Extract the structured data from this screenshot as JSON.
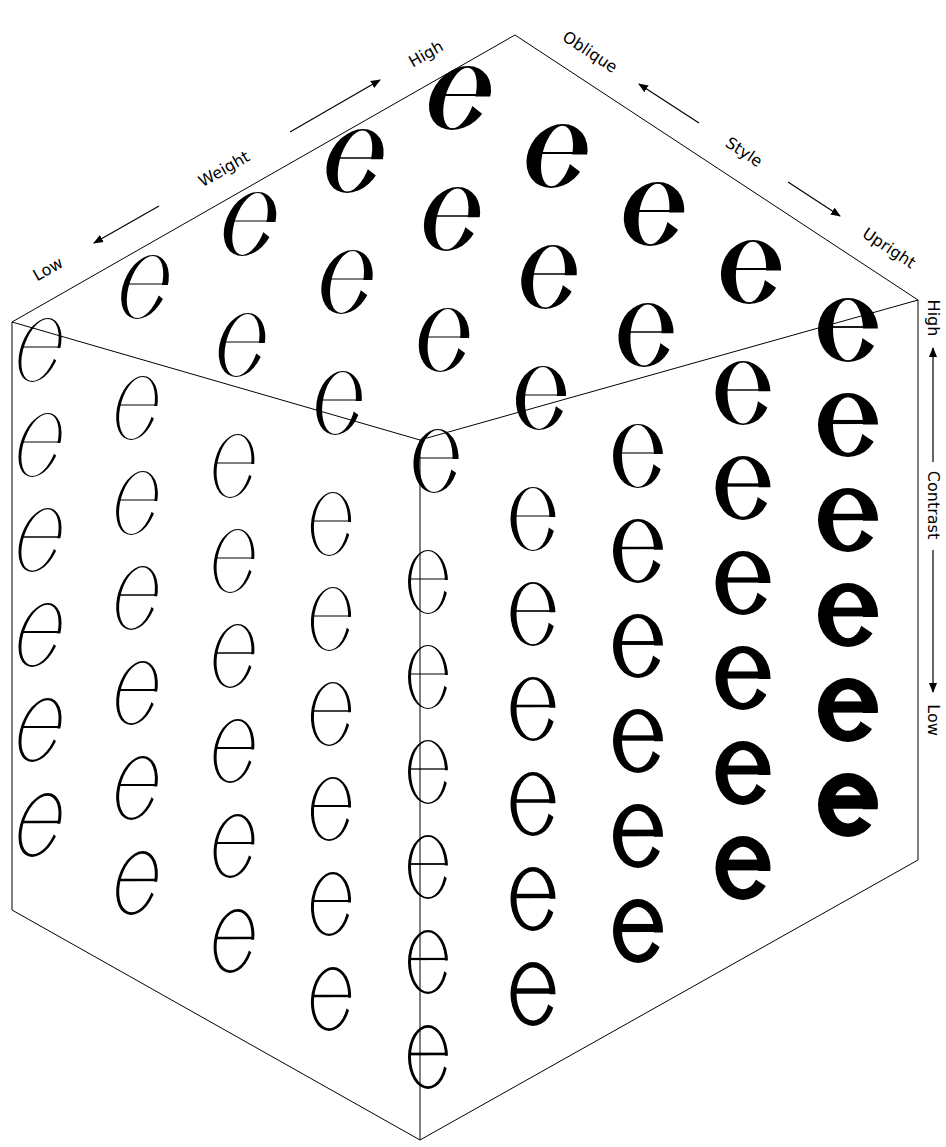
{
  "diagram": {
    "labels": [
      "Low",
      "Weight",
      "High",
      "Oblique",
      "Style",
      "Upright",
      "High",
      "Contrast",
      "Low"
    ]
  }
}
